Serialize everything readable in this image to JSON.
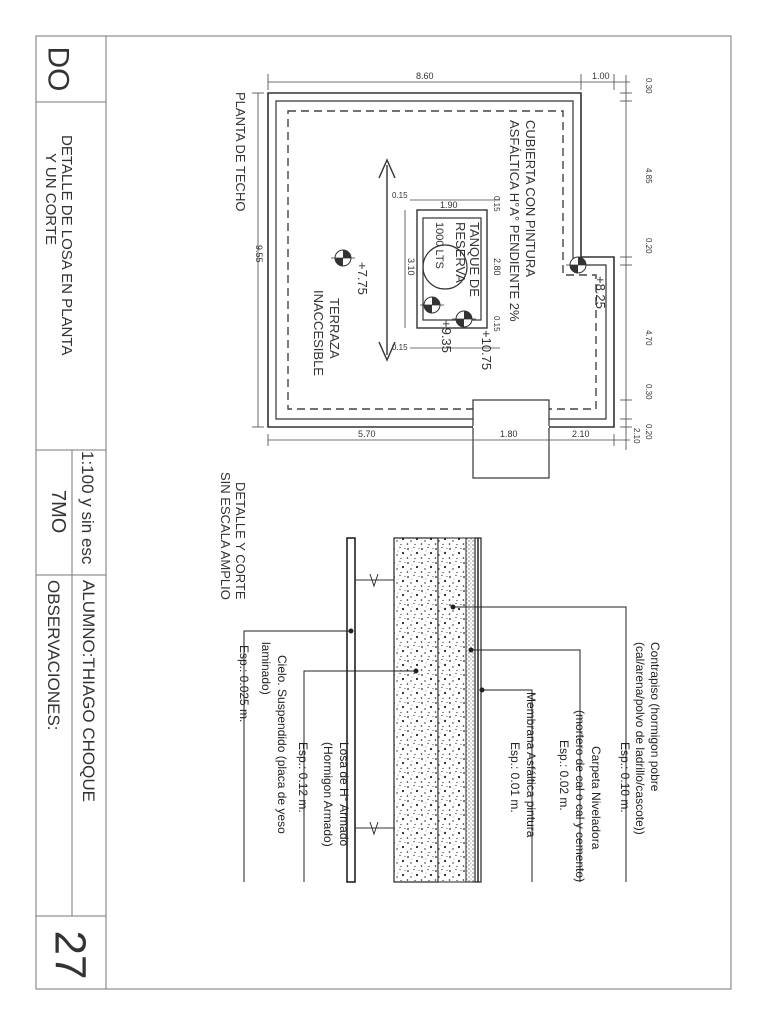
{
  "title_block": {
    "title_abbrev": "DO",
    "title_line1": "DETALLE DE LOSA EN PLANTA",
    "title_line2": "Y UN CORTE",
    "scale": "1:100 y sin esc",
    "course": "7MO",
    "student": "ALUMNO:THIAGO CHOQUE",
    "observations": "OBSERVACIONES:",
    "sheet_number": "27"
  },
  "plan": {
    "label": "PLANTA DE TECHO",
    "roof_note_line1": "CUBIERTA  CON PINTURA",
    "roof_note_line2": "ASFÁLTICA H°A° PENDIENTE 2%",
    "tank_line1": "TANQUE DE",
    "tank_line2": "RESERVA",
    "tank_line3": "1000 LTS",
    "terrace_line1": "TERRAZA",
    "terrace_line2": "INACCESIBLE",
    "levels": [
      "+8.25",
      "+7.75",
      "+10.75",
      "+9.35"
    ],
    "dims": {
      "top_width": "8.60",
      "top_right": "1.00",
      "left_height": "9.55",
      "bottom_left": "5.70",
      "bottom_mid": "1.80",
      "bottom_right": "2.10",
      "right_1": "0.30",
      "right_2": "4.85",
      "right_3": "0.20",
      "right_4": "4.70",
      "right_5": "0.30",
      "right_6": "2.10",
      "right_7": "0.20",
      "tank_width": "1.90",
      "tank_inner": "2.80",
      "tank_height": "3.10",
      "tank_offset_top": "0.15",
      "tank_offset_bottom": "0.15",
      "tank_small_1": "0.15",
      "tank_small_2": "0.15"
    }
  },
  "section": {
    "label_line1": "DETALLE Y CORTE",
    "label_line2": "SIN ESCALA AMPLIO",
    "layers": [
      {
        "name": "contrapiso",
        "lines": [
          "Contrapiso (hormigon pobre",
          "(cal/arena/polvo de ladrillo/cascote))",
          "Esp.: 0.10 m."
        ]
      },
      {
        "name": "carpeta",
        "lines": [
          "Carpeta Niveladora",
          "(mortero de cal o cal y cemento)",
          "Esp.: 0.02 m."
        ]
      },
      {
        "name": "membrana",
        "lines": [
          "Membrana Asfáltica pintura",
          "Esp.: 0.01 m."
        ]
      },
      {
        "name": "losa",
        "lines": [
          "Losa de H° Armado",
          "(Hormigon Armado)",
          "Esp.: 0.12 m."
        ]
      },
      {
        "name": "cielo",
        "lines": [
          "Cielo. Suspendido (placa de yeso",
          "laminado)",
          "Esp.: 0.025 m."
        ]
      }
    ]
  }
}
